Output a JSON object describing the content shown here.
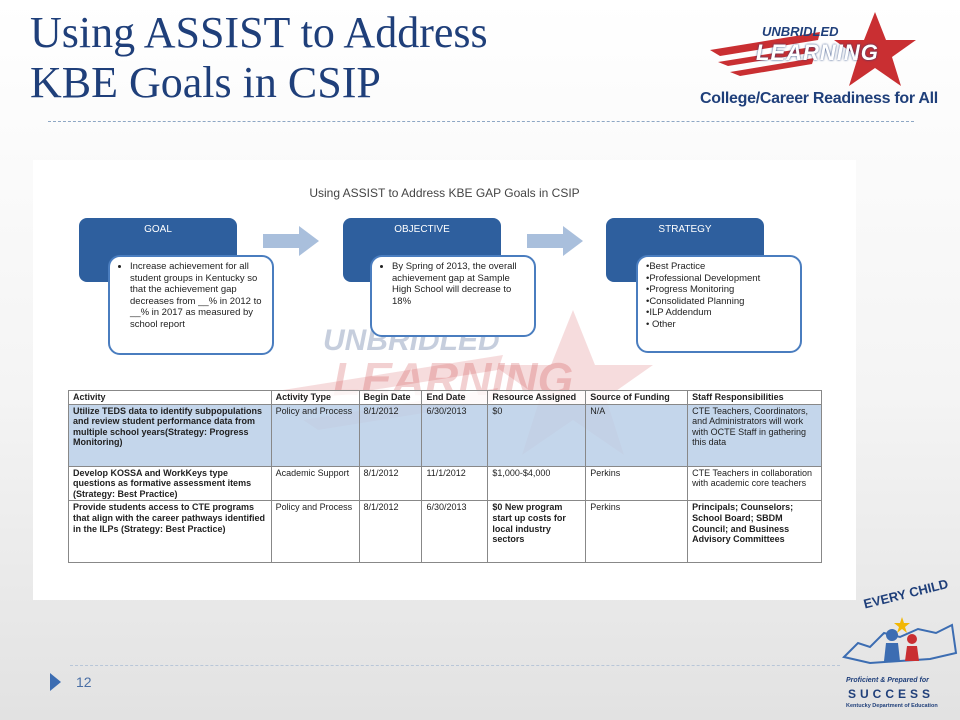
{
  "slide": {
    "title_line1": "Using ASSIST to Address",
    "title_line2": "KBE Goals in CSIP",
    "page_number": "12"
  },
  "logo": {
    "word1": "UNBRIDLED",
    "word2": "LEARNING",
    "tagline": "College/Career Readiness for All",
    "colors": {
      "red": "#c92f32",
      "blue": "#1f3f7a"
    }
  },
  "diagram": {
    "title": "Using ASSIST to Address KBE GAP Goals in CSIP",
    "stages": [
      {
        "label": "GOAL",
        "text": "Increase achievement for all student groups in Kentucky so that the achievement gap decreases from __% in 2012 to __% in 2017 as measured by school report"
      },
      {
        "label": "OBJECTIVE",
        "text": "By Spring of 2013, the overall achievement gap at Sample High School will decrease to 18%"
      },
      {
        "label": "STRATEGY",
        "items": [
          "•Best Practice",
          "•Professional Development",
          "•Progress Monitoring",
          "•Consolidated Planning",
          "•ILP Addendum",
          "• Other"
        ]
      }
    ]
  },
  "table": {
    "headers": [
      "Activity",
      "Activity Type",
      "Begin Date",
      "End Date",
      "Resource Assigned",
      "Source of Funding",
      "Staff Responsibilities"
    ],
    "rows": [
      [
        "Utilize TEDS data to identify subpopulations and review student performance data from multiple school years(Strategy: Progress Monitoring)",
        "Policy and Process",
        "8/1/2012",
        "6/30/2013",
        "$0",
        "N/A",
        "CTE Teachers, Coordinators, and Administrators will work with OCTE Staff in gathering this data"
      ],
      [
        "Develop KOSSA and WorkKeys type questions as formative assessment items (Strategy: Best Practice)",
        "Academic Support",
        "8/1/2012",
        "11/1/2012",
        "$1,000-$4,000",
        "Perkins",
        "CTE Teachers in collaboration with academic core teachers"
      ],
      [
        "Provide students access to CTE programs that align with the career pathways identified in the ILPs (Strategy: Best Practice)",
        "Policy and Process",
        "8/1/2012",
        "6/30/2013",
        "$0 New program start up costs for local industry sectors",
        "Perkins",
        "Principals; Counselors; School Board; SBDM Council; and Business Advisory Committees"
      ]
    ]
  },
  "every_child": {
    "line1": "EVERY CHILD",
    "line2": "Proficient & Prepared for",
    "line3": "SUCCESS",
    "line4": "Kentucky Department of Education"
  }
}
